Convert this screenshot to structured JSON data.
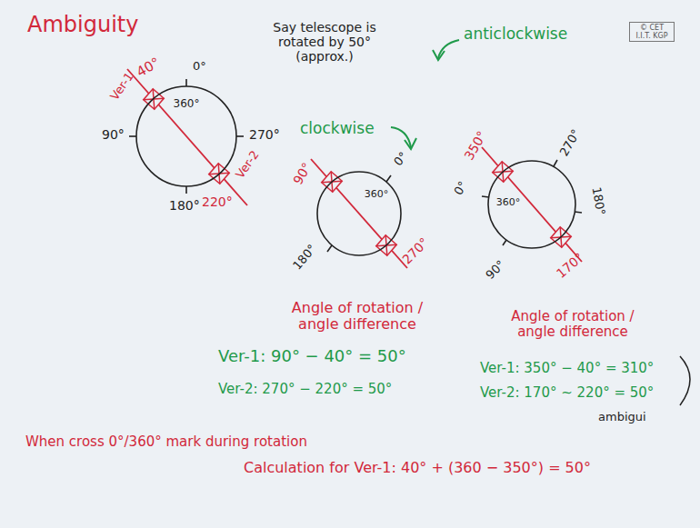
{
  "diagram": {
    "title": "Ambiguity",
    "nodes": [
      {
        "text": [
          "360°"
        ]
      },
      {
        "text": [
          "360°"
        ]
      },
      {
        "text": [
          "360°"
        ]
      }
    ],
    "labels": [
      "40°",
      "0°",
      "270°",
      "90°",
      "180°",
      "220°",
      "Ver-1",
      "Ver-2",
      "Say telescope is rotated by 50° (approx.)",
      "clockwise",
      "90°",
      "0°",
      "270°",
      "180°",
      "anticlockwise",
      "350°",
      "270°",
      "0°",
      "180°",
      "90°",
      "170°",
      "Angle of rotation / angle difference",
      "Ver-1: 90° − 40° = 50°",
      "Ver-2: 270° − 220° = 50°",
      "Angle of rotation / angle difference",
      "Ver-1: 350° − 40° = 310°",
      "Ver-2: 170° ~ 220° = 50°",
      "ambigui",
      "When cross 0°/360° mark during rotation",
      "Calculation for Ver-1: 40° + (360 − 350°) = 50°",
      "© CET I.I.T. KGP"
    ]
  }
}
